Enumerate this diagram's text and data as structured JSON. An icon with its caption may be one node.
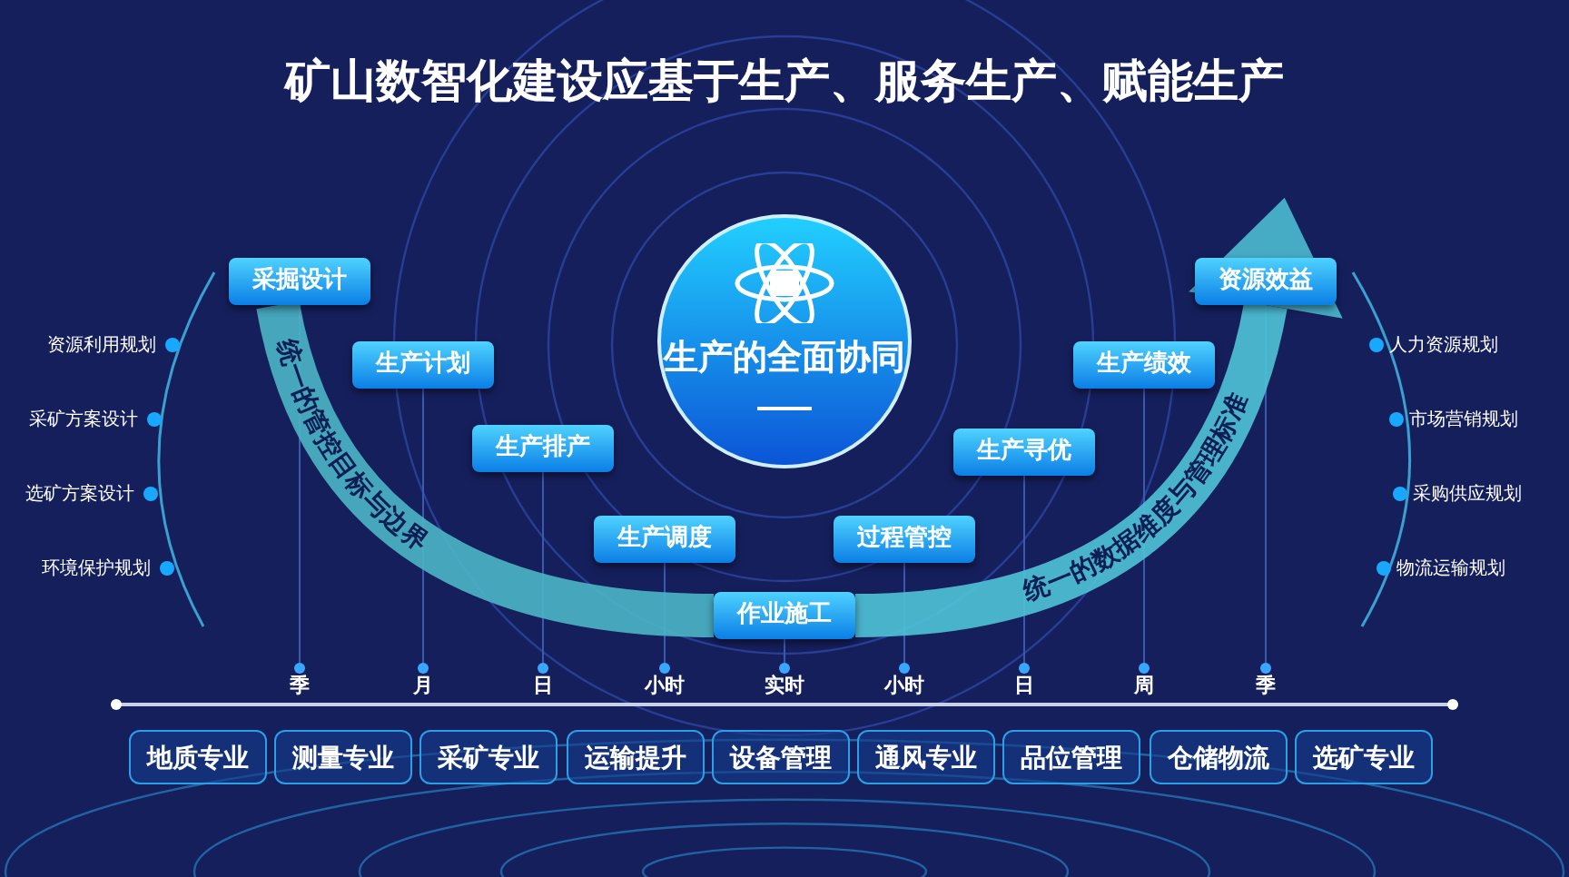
{
  "diagram": {
    "title": "矿山数智化建设应基于生产、服务生产、赋能生产",
    "nodes": [
      {
        "text": [
          "生产的全面协同"
        ]
      },
      {
        "text": [
          "采掘设计"
        ]
      },
      {
        "text": [
          "生产计划"
        ]
      },
      {
        "text": [
          "生产排产"
        ]
      },
      {
        "text": [
          "生产调度"
        ]
      },
      {
        "text": [
          "作业施工"
        ]
      },
      {
        "text": [
          "过程管控"
        ]
      },
      {
        "text": [
          "生产寻优"
        ]
      },
      {
        "text": [
          "生产绩效"
        ]
      },
      {
        "text": [
          "资源效益"
        ]
      },
      {
        "text": [
          "地质专业"
        ]
      },
      {
        "text": [
          "测量专业"
        ]
      },
      {
        "text": [
          "采矿专业"
        ]
      },
      {
        "text": [
          "运输提升"
        ]
      },
      {
        "text": [
          "设备管理"
        ]
      },
      {
        "text": [
          "通风专业"
        ]
      },
      {
        "text": [
          "品位管理"
        ]
      },
      {
        "text": [
          "仓储物流"
        ]
      },
      {
        "text": [
          "选矿专业"
        ]
      },
      {
        "text": [
          "季"
        ]
      },
      {
        "text": [
          "月"
        ]
      },
      {
        "text": [
          "日"
        ]
      },
      {
        "text": [
          "小时"
        ]
      },
      {
        "text": [
          "实时"
        ]
      },
      {
        "text": [
          "小时"
        ]
      },
      {
        "text": [
          "日"
        ]
      },
      {
        "text": [
          "周"
        ]
      },
      {
        "text": [
          "季"
        ]
      }
    ],
    "edges": [
      {
        "from": 1,
        "to": 19,
        "arrow": "none"
      },
      {
        "from": 2,
        "to": 20,
        "arrow": "none"
      },
      {
        "from": 3,
        "to": 21,
        "arrow": "none"
      },
      {
        "from": 4,
        "to": 22,
        "arrow": "none"
      },
      {
        "from": 5,
        "to": 23,
        "arrow": "none"
      },
      {
        "from": 6,
        "to": 24,
        "arrow": "none"
      },
      {
        "from": 7,
        "to": 25,
        "arrow": "none"
      },
      {
        "from": 8,
        "to": 26,
        "arrow": "none"
      },
      {
        "from": 9,
        "to": 27,
        "arrow": "none"
      },
      {
        "from": 1,
        "to": 5,
        "arrow": "none",
        "label": "统一的管控目标与边界",
        "style": "thick",
        "color": "#4bb5c6"
      },
      {
        "from": 5,
        "to": 9,
        "arrow": "to",
        "label": "统一的数据维度与管理标准",
        "style": "thick",
        "color": "#4fc4d8"
      }
    ],
    "labels": [
      "资源利用规划",
      "采矿方案设计",
      "选矿方案设计",
      "环境保护规划",
      "人力资源规划",
      "市场营销规划",
      "采购供应规划",
      "物流运输规划"
    ]
  }
}
